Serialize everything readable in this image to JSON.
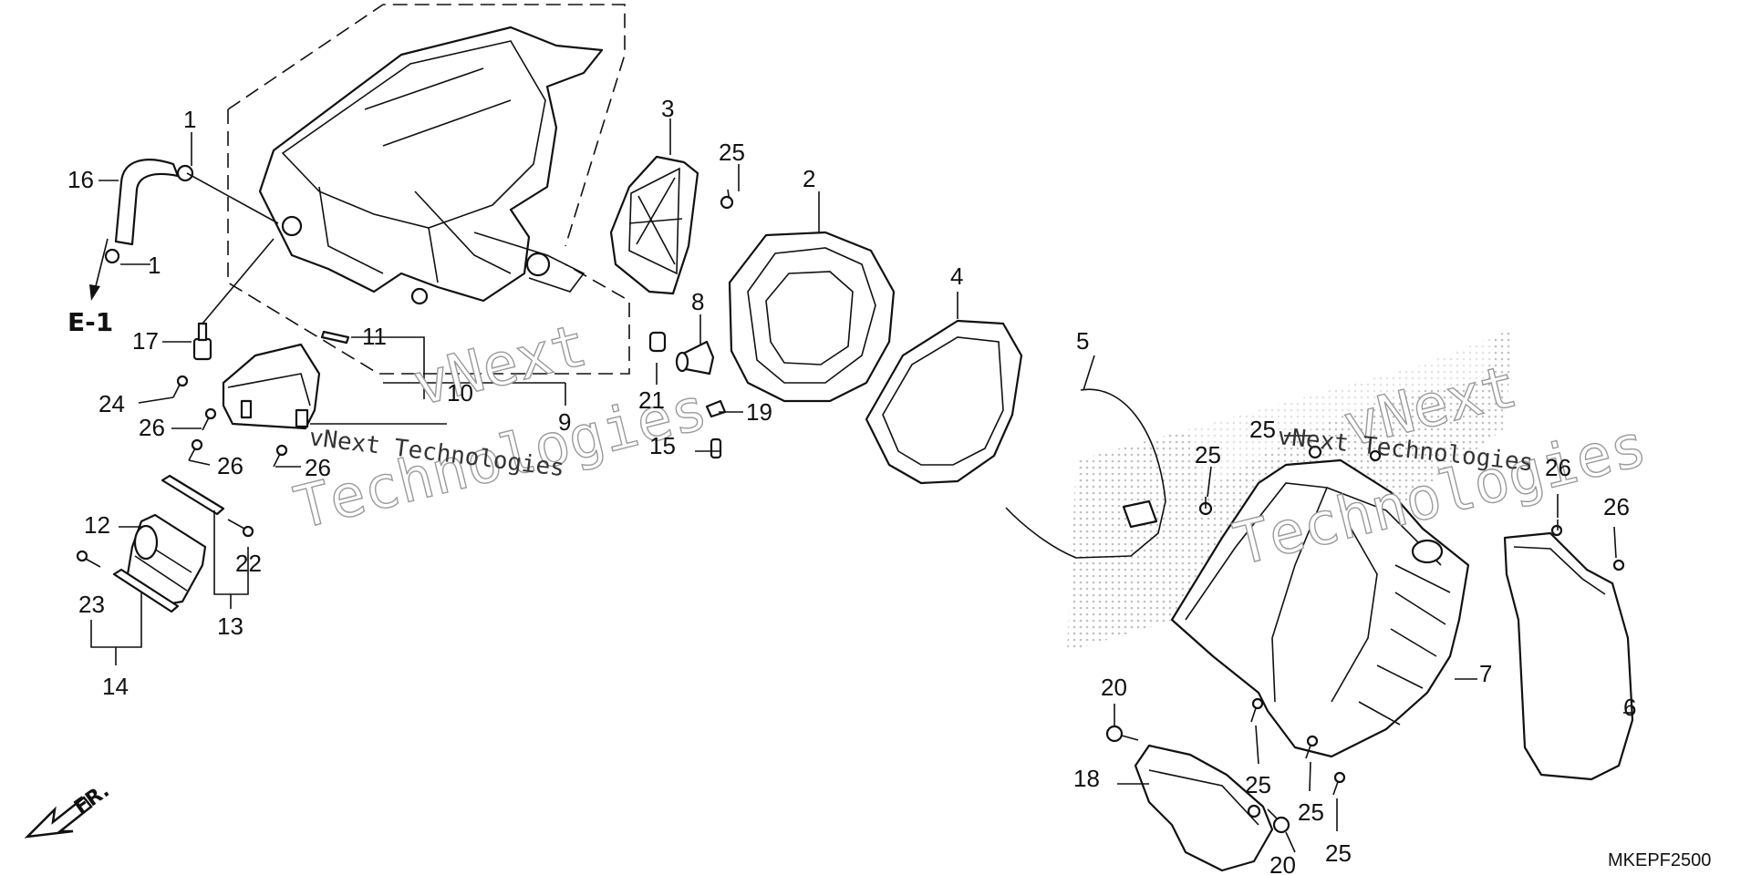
{
  "diagram": {
    "section_ref": "E-1",
    "direction_label": "FR.",
    "drawing_code": "MKEPF2500",
    "watermark": {
      "line1": "vNext",
      "line2": "Technologies",
      "inline": "vNext Technologies"
    },
    "callouts": {
      "c1a": "1",
      "c1b": "1",
      "c2": "2",
      "c3": "3",
      "c4": "4",
      "c5": "5",
      "c6": "6",
      "c7": "7",
      "c8": "8",
      "c9": "9",
      "c10": "10",
      "c11": "11",
      "c12": "12",
      "c13": "13",
      "c14": "14",
      "c15": "15",
      "c16": "16",
      "c17": "17",
      "c18": "18",
      "c19": "19",
      "c20a": "20",
      "c20b": "20",
      "c21": "21",
      "c22": "22",
      "c23": "23",
      "c24": "24",
      "c25a": "25",
      "c25b": "25",
      "c25c": "25",
      "c25d": "25",
      "c25e": "25",
      "c25f": "25",
      "c26a": "26",
      "c26b": "26",
      "c26c": "26",
      "c26d": "26",
      "c26e": "26"
    }
  }
}
